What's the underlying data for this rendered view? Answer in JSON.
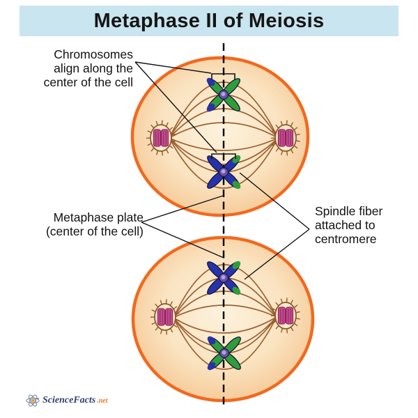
{
  "title": "Metaphase II of Meiosis",
  "annotations": {
    "chromosomes_align": "Chromosomes\nalign along the\ncenter of the cell",
    "metaphase_plate": "Metaphase plate\n(center of the cell)",
    "spindle_fiber": "Spindle fiber\nattached to\ncentromere"
  },
  "logo": {
    "brand": "ScienceFacts",
    "tld": ".net"
  },
  "colors": {
    "title_bar_bg": "#c9e5ef",
    "text": "#111111",
    "cell_border": "#f2691e",
    "cell_fill_center": "#fdf2dd",
    "cell_fill_mid": "#fae3c0",
    "cell_fill_edge": "#f5c28c",
    "spindle_fiber": "#9c6033",
    "centrosome_outline": "#8a5a2a",
    "centrosome_fill": "#fbe9c9",
    "centriole_fill": "#c4508d",
    "centriole_stripe": "#8e2060",
    "chromosome_green": "#2f9e3a",
    "chromosome_blue": "#2733ab",
    "chromosome_outline": "#14143c",
    "centromere_outer": "#6a4fa8",
    "centromere_inner": "#b2a3d8",
    "annotation_line": "#111111",
    "logo_text": "#35406b",
    "logo_accent": "#e87a1e"
  },
  "diagram": {
    "cells": [
      {
        "id": "top-cell",
        "chromosomes": [
          {
            "body": "green",
            "tips": "blue",
            "tip_side": "left"
          },
          {
            "body": "blue",
            "tips": "green",
            "tip_side": "right"
          }
        ]
      },
      {
        "id": "bottom-cell",
        "chromosomes": [
          {
            "body": "blue",
            "tips": "green",
            "tip_side": "right"
          },
          {
            "body": "green",
            "tips": "blue",
            "tip_side": "left"
          }
        ]
      }
    ]
  }
}
